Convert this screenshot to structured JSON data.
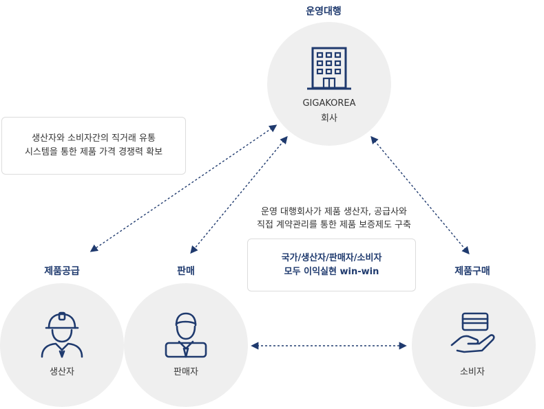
{
  "top_role": "운영대행",
  "company": {
    "name": "GIGAKOREA",
    "sub": "회사"
  },
  "info_box": {
    "line1": "생산자와 소비자간의 직거래 유통",
    "line2": "시스템을 통한 제품 가격 경쟁력 확보"
  },
  "center_text": {
    "line1": "운영 대행회사가 제품 생산자, 공급사와",
    "line2": "직접 계약관리를 통한 제품 보증제도 구축"
  },
  "center_box": {
    "line1": "국가/생산자/판매자/소비자",
    "line2": "모두 이익실현 win-win"
  },
  "nodes": {
    "producer": {
      "role": "제품공급",
      "label": "생산자"
    },
    "seller": {
      "role": "판매",
      "label": "판매자"
    },
    "consumer": {
      "role": "제품구매",
      "label": "소비자"
    }
  },
  "colors": {
    "accent": "#1f3a6e",
    "circle": "#efefef"
  }
}
